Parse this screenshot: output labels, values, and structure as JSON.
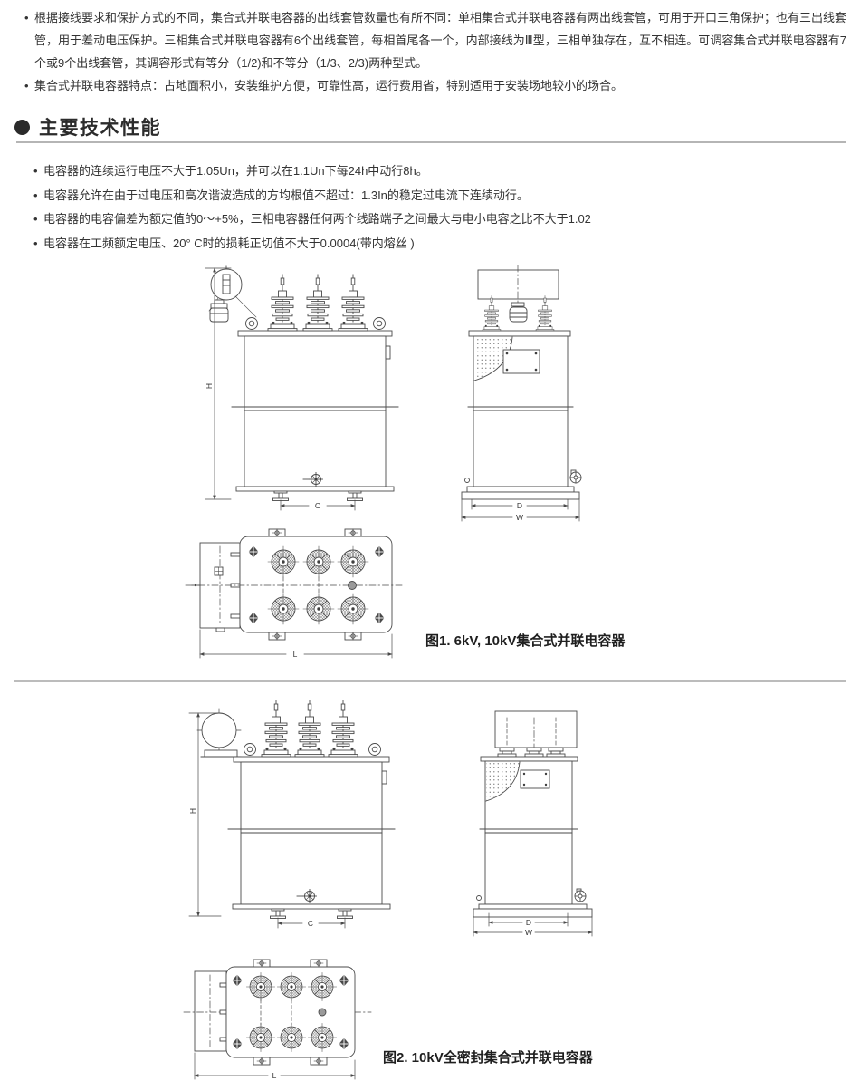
{
  "intro_bullets": [
    "根据接线要求和保护方式的不同，集合式并联电容器的出线套管数量也有所不同：单相集合式并联电容器有两出线套管，可用于开口三角保护；也有三出线套管，用于差动电压保护。三相集合式并联电容器有6个出线套管，每相首尾各一个，内部接线为Ⅲ型，三相单独存在，互不相连。可调容集合式并联电容器有7个或9个出线套管，其调容形式有等分（1/2)和不等分（1/3、2/3)两种型式。",
    "集合式并联电容器特点：占地面积小，安装维护方便，可靠性高，运行费用省，特别适用于安装场地较小的场合。"
  ],
  "section": {
    "title": "主要技术性能",
    "bullet_icon": "filled-circle"
  },
  "spec_bullets": [
    "电容器的连续运行电压不大于1.05Un，并可以在1.1Un下每24h中动行8h。",
    "电容器允许在由于过电压和高次谐波造成的方均根值不超过：1.3In的稳定过电流下连续动行。",
    "电容器的电容偏差为额定值的0～+5%，三相电容器任何两个线路端子之间最大与电小电容之比不大于1.02",
    "电容器在工频额定电压、20° C时的损耗正切值不大于0.0004(带内熔丝 )"
  ],
  "figures": {
    "fig1": {
      "caption": "图1. 6kV, 10kV集合式并联电容器",
      "dims": {
        "height": "H",
        "foot_span": "C",
        "base_depth": "D",
        "base_width": "W",
        "length": "L"
      }
    },
    "fig2": {
      "caption": "图2. 10kV全密封集合式并联电容器",
      "dims": {
        "height": "H",
        "foot_span": "C",
        "base_depth": "D",
        "base_width": "W",
        "length": "L"
      }
    }
  },
  "colors": {
    "text": "#333333",
    "header_text": "#2b2b2b",
    "line_art": "#4a4a4a",
    "rule": "#b5b5b5"
  }
}
